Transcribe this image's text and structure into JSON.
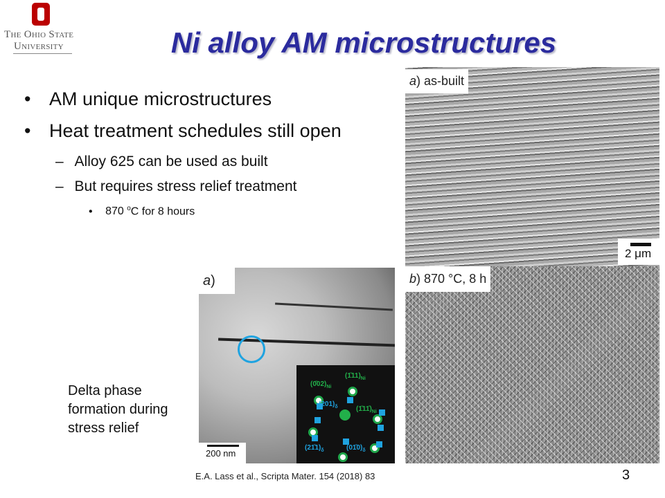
{
  "logo": {
    "line1": "The Ohio State",
    "line2": "University"
  },
  "title": "Ni alloy AM microstructures",
  "bullets": [
    {
      "text": "AM unique microstructures"
    },
    {
      "text": "Heat treatment schedules still open",
      "sub": [
        {
          "text": "Alloy 625 can be used as built"
        },
        {
          "text": "But requires stress relief treatment",
          "sub": [
            {
              "pre": "870 ",
              "sup": "o",
              "post": "C for 8 hours"
            }
          ]
        }
      ]
    }
  ],
  "sem": {
    "panel_a": {
      "letter": "a",
      "text": ") as-built"
    },
    "scale": "2 μm",
    "panel_b": {
      "letter": "b",
      "text": ") 870 °C, 8 h"
    }
  },
  "tem": {
    "letter": "a",
    "paren": ")",
    "scale": "200 nm",
    "diffraction": {
      "ni_labels": [
        "(0̄02)",
        "(1̄11)",
        "(1̄11̄)"
      ],
      "ni_sub": "Ni",
      "delta_labels": [
        "(201)",
        "(21̄1)",
        "(01̄0)"
      ],
      "delta_sub": "δ"
    }
  },
  "caption": [
    "Delta phase",
    "formation during",
    "stress relief"
  ],
  "citation": "E.A. Lass et al., Scripta Mater. 154 (2018) 83",
  "page_number": "3"
}
